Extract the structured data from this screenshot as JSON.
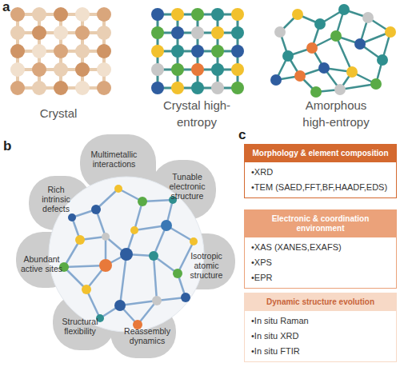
{
  "diagram": {
    "nodes": [
      {
        "text": [
          "Multimetallic interactions"
        ]
      },
      {
        "text": [
          "Tunable electronic structure"
        ]
      },
      {
        "text": [
          "Isotropic atomic structure"
        ]
      },
      {
        "text": [
          "Reassembly dynamics"
        ]
      },
      {
        "text": [
          "Structural flexibility"
        ]
      },
      {
        "text": [
          "Abundant active sites"
        ]
      },
      {
        "text": [
          "Rich intrinsic defects"
        ]
      },
      {
        "text": [
          "Morphology & element composition",
          "•XRD",
          "•TEM (SAED,FFT,BF,HAADF,EDS)"
        ]
      },
      {
        "text": [
          "Electronic & coordination environment",
          "•XAS (XANES,EXAFS)",
          "•XPS",
          "•EPR"
        ]
      },
      {
        "text": [
          "Dynamic structure evolution",
          "•In situ Raman",
          "•In situ XRD",
          "•In situ FTIR"
        ]
      }
    ],
    "labels": [
      "a",
      "Crystal",
      "Crystal high-entropy",
      "Amorphous high-entropy",
      "b",
      "c"
    ]
  }
}
